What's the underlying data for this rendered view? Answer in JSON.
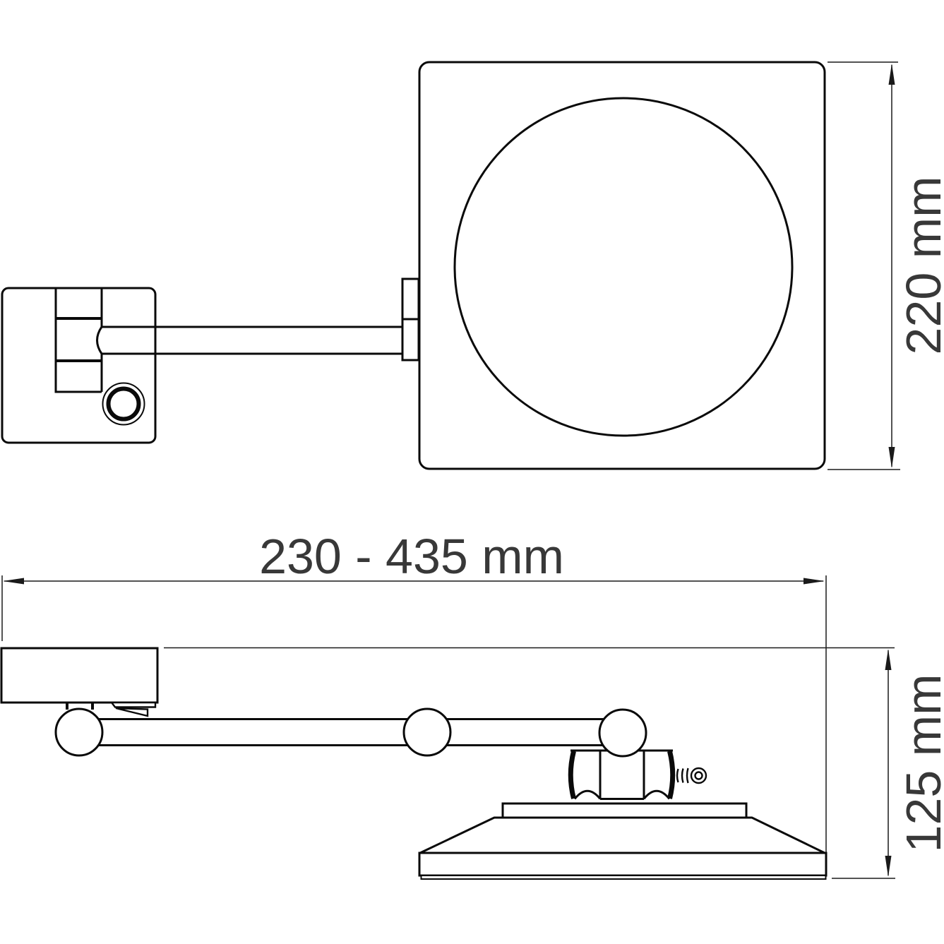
{
  "colors": {
    "background": "#ffffff",
    "line_ink": "#0a0a0a",
    "dimension_text": "#383838"
  },
  "dimensions": {
    "mirror_height": {
      "label": "220 mm"
    },
    "arm_extension_range": {
      "label": "230 - 435 mm"
    },
    "wall_projection": {
      "label": "125 mm"
    }
  }
}
